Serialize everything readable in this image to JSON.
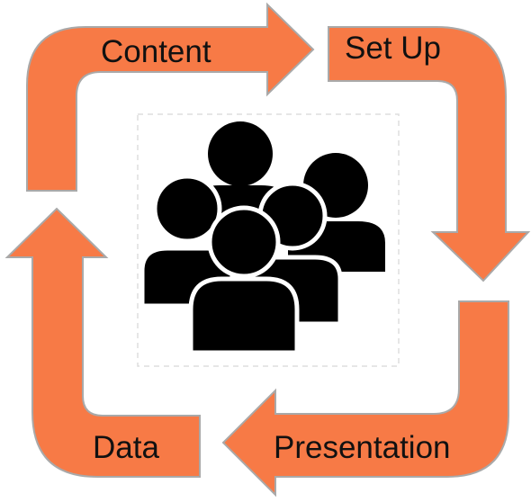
{
  "cycle": {
    "steps": [
      {
        "label": "Content"
      },
      {
        "label": "Set Up"
      },
      {
        "label": "Presentation"
      },
      {
        "label": "Data"
      }
    ],
    "center_icon": "group-of-people-icon"
  },
  "colors": {
    "arrow_fill": "#f77a46",
    "arrow_stroke": "#a9a9a9",
    "icon_fill": "#000000",
    "icon_frame": "#dddddd"
  }
}
